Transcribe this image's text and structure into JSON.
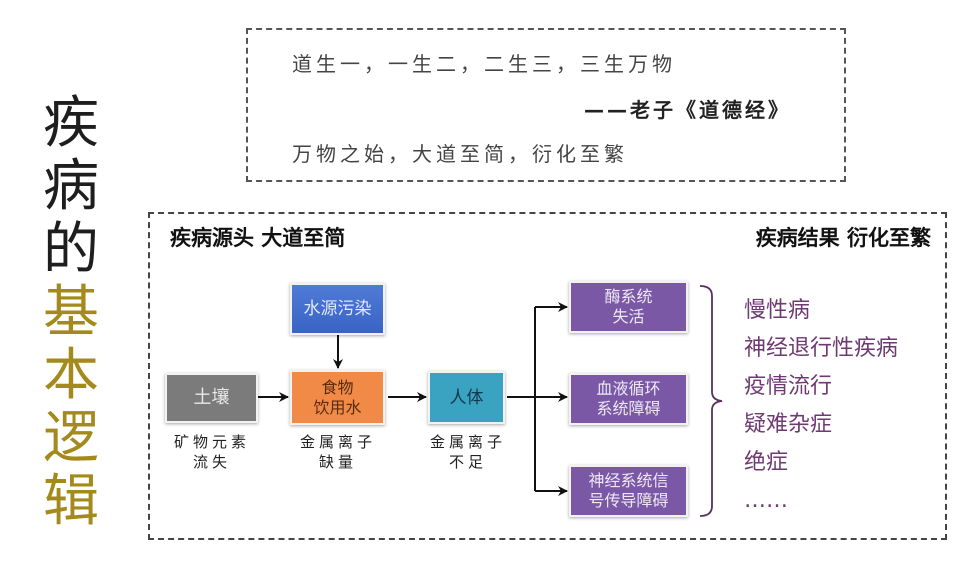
{
  "title": {
    "part1": [
      "疾",
      "病",
      "的"
    ],
    "part2": [
      "基",
      "本",
      "逻",
      "辑"
    ],
    "colors": {
      "dark": "#1e1e1e",
      "gold": "#a48a1c"
    }
  },
  "quote": {
    "line1": "道生一，一生二，二生三，三生万物",
    "attribution": "——老子《道德经》",
    "line2": "万物之始，大道至简，衍化至繁"
  },
  "diagram": {
    "header_left": "疾病源头 大道至简",
    "header_right": "疾病结果 衍化至繁",
    "nodes": {
      "soil": {
        "label": "土壤",
        "color": "#7b7b7b"
      },
      "water": {
        "label": "水源污染",
        "color": "#3f6ccc"
      },
      "food": {
        "line1": "食物",
        "line2": "饮用水",
        "color": "#f08a46"
      },
      "body": {
        "label": "人体",
        "color": "#3aa3c2"
      },
      "enzyme": {
        "line1": "酶系统",
        "line2": "失活",
        "color": "#7a58a6"
      },
      "blood": {
        "line1": "血液循环",
        "line2": "系统障碍",
        "color": "#7a58a6"
      },
      "nerve": {
        "line1": "神经系统信",
        "line2": "号传导障碍",
        "color": "#7a58a6"
      }
    },
    "captions": {
      "soil": {
        "line1": "矿物元素",
        "line2": "流失"
      },
      "food": {
        "line1": "金属离子",
        "line2": "缺量"
      },
      "body": {
        "line1": "金属离子",
        "line2": "不足"
      }
    },
    "results": [
      "慢性病",
      "神经退行性疾病",
      "疫情流行",
      "疑难杂症",
      "绝症",
      "……"
    ],
    "results_color": "#6e3a72"
  }
}
